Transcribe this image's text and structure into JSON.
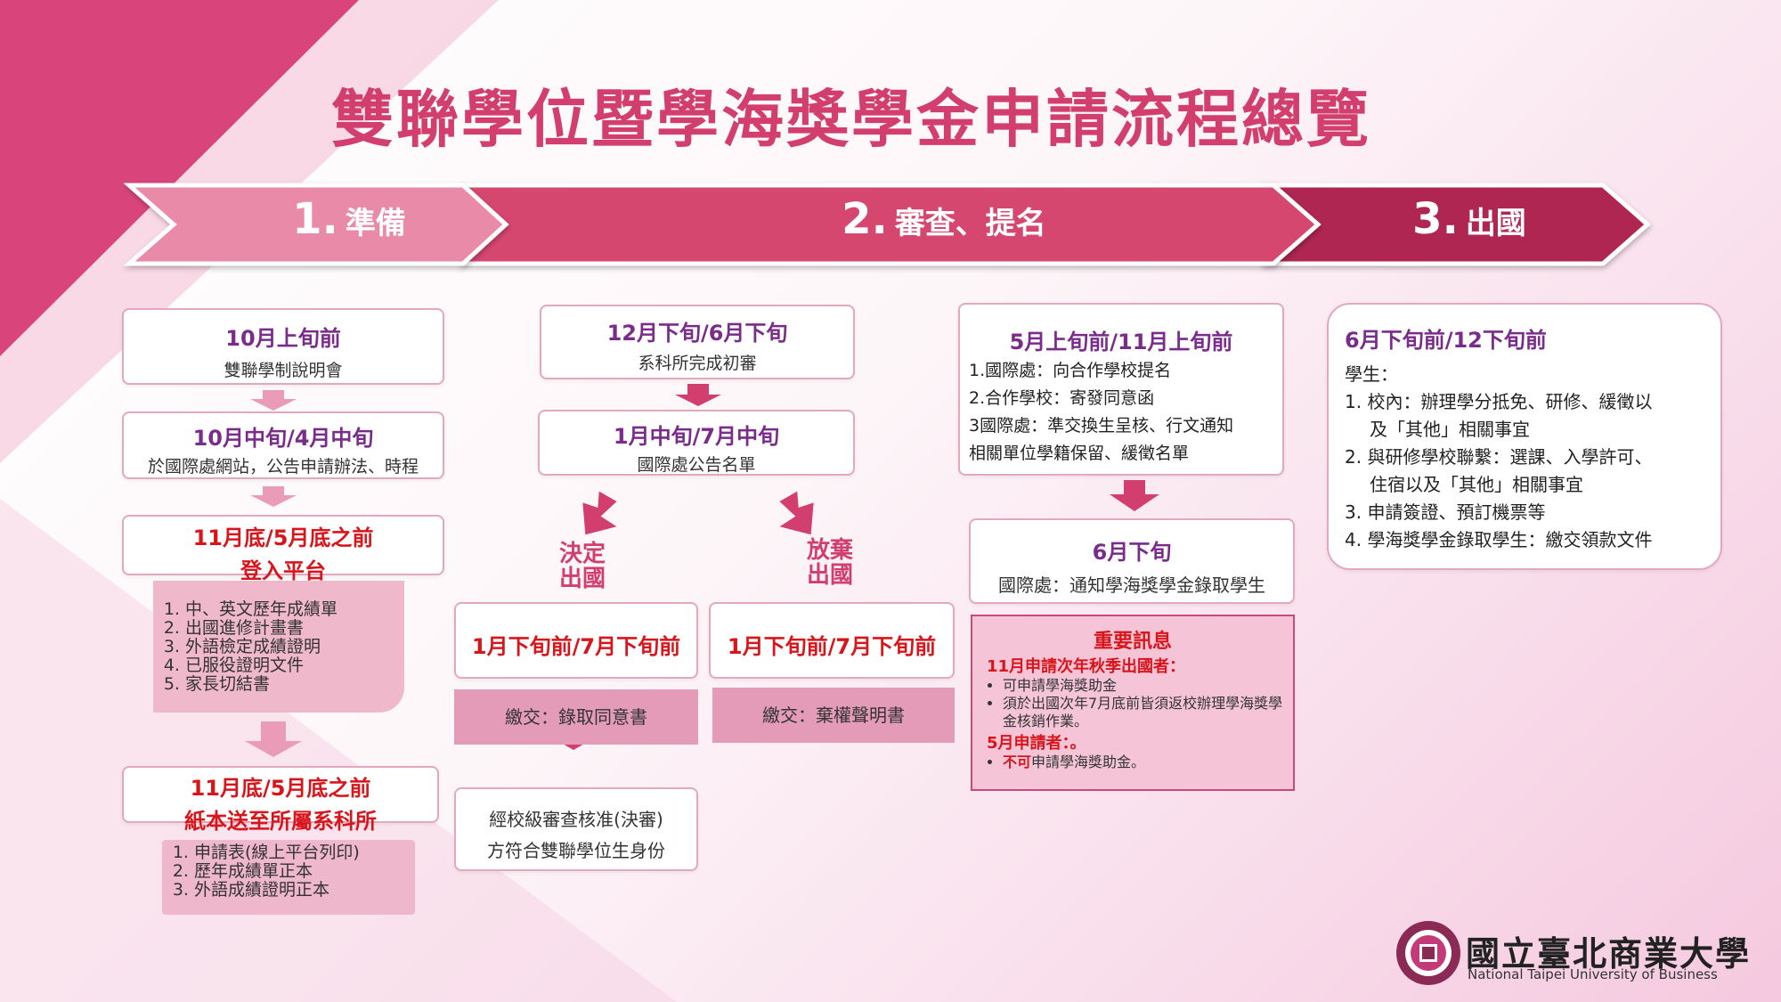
{
  "title": "雙聯學位暨學海獎學金申請流程總覽",
  "stages": [
    {
      "num": "1.",
      "label": "準備"
    },
    {
      "num": "2.",
      "label": "審查、提名"
    },
    {
      "num": "3.",
      "label": "出國"
    }
  ],
  "col1": {
    "box1": {
      "heading": "10月上旬前",
      "sub": "雙聯學制說明會"
    },
    "box2": {
      "heading": "10月中旬/4月中旬",
      "sub": "於國際處網站，公告申請辦法、時程"
    },
    "box3": {
      "heading": "11月底/5月底之前",
      "sub": "登入平台"
    },
    "list1": [
      "中、英文歷年成績單",
      "出國進修計畫書",
      "外語檢定成績證明",
      "已服役證明文件",
      "家長切結書"
    ],
    "box4": {
      "heading": "11月底/5月底之前",
      "sub": "紙本送至所屬系科所"
    },
    "list2": [
      "申請表(線上平台列印)",
      "歷年成績單正本",
      "外語成績證明正本"
    ]
  },
  "col2": {
    "box1": {
      "heading": "12月下旬/6月下旬",
      "sub": "系科所完成初審"
    },
    "box2": {
      "heading": "1月中旬/7月中旬",
      "sub": "國際處公告名單"
    },
    "choice_go": "決定\n出國",
    "choice_quit": "放棄\n出國",
    "go_box": "1月下旬前/7月下旬前",
    "quit_box": "1月下旬前/7月下旬前",
    "go_submit": "繳交：錄取同意書",
    "quit_submit": "繳交：棄權聲明書",
    "final_line1": "經校級審查核准(決審)",
    "final_line2": "方符合雙聯學位生身份"
  },
  "col3": {
    "box1": {
      "heading": "5月上旬前/11月上旬前",
      "lines": [
        "1.國際處：向合作學校提名",
        "2.合作學校：寄發同意函",
        "3國際處：準交換生呈核、行文通知",
        "相關單位學籍保留、緩徵名單"
      ]
    },
    "box2": {
      "heading": "6月下旬",
      "sub": "國際處：通知學海獎學金錄取學生"
    },
    "important": {
      "title": "重要訊息",
      "sub1": "11月申請次年秋季出國者：",
      "items1": [
        "可申請學海獎助金",
        "須於出國次年7月底前皆須返校辦理學海獎學金核銷作業。"
      ],
      "sub2": "5月申請者：。",
      "items2_bold": "不可",
      "items2_rest": "申請學海獎助金。"
    }
  },
  "col4": {
    "heading": "6月下旬前/12下旬前",
    "intro": "學生：",
    "items": [
      "1. 校內：辦理學分抵免、研修、緩徵以",
      "及「其他」相關事宜",
      "2. 與研修學校聯繫：選課、入學許可、",
      "住宿以及「其他」相關事宜",
      "3. 申請簽證、預訂機票等",
      "4. 學海獎學金錄取學生：繳交領款文件"
    ]
  },
  "logo": {
    "name_cn": "國立臺北商業大學",
    "name_en": "National Taipei University of Business"
  },
  "colors": {
    "primary": "#d23f6e",
    "stage1": "#e88aa8",
    "stage2": "#d6466f",
    "stage3": "#b02652",
    "arrow": "#d23f6e"
  }
}
